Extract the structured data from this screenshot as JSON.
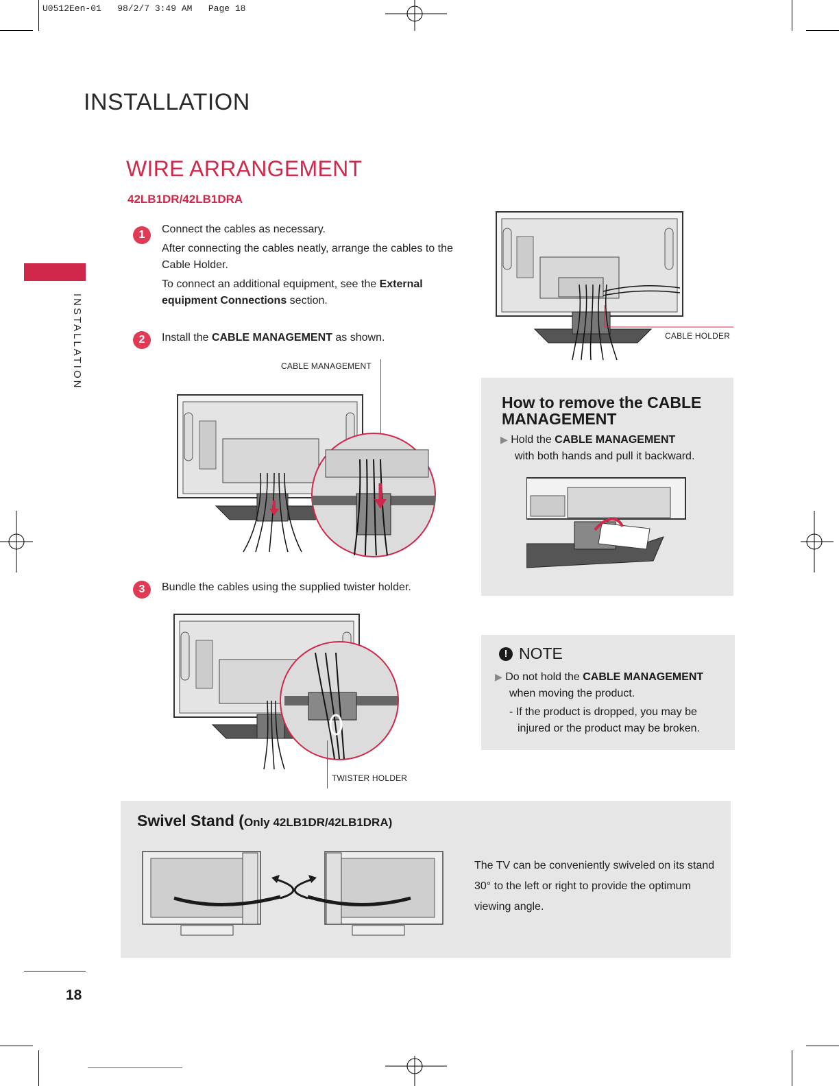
{
  "print_header": "U0512Een-01   98/2/7 3:49 AM   Page 18",
  "section_title": "INSTALLATION",
  "side_tab_label": "INSTALLATION",
  "heading": "WIRE ARRANGEMENT",
  "model": "42LB1DR/42LB1DRA",
  "steps": [
    {
      "number": "1",
      "lines": [
        "Connect the cables as necessary.",
        "After connecting the cables neatly, arrange the cables to the",
        "Cable Holder."
      ],
      "extra_pre": "To connect an additional equipment, see the ",
      "extra_bold": "External equipment Connections",
      "extra_post": " section."
    },
    {
      "number": "2",
      "pre": "Install the ",
      "bold": "CABLE MANAGEMENT",
      "post": " as shown."
    },
    {
      "number": "3",
      "text": "Bundle the cables using the supplied twister holder."
    }
  ],
  "labels": {
    "cable_holder": "CABLE HOLDER",
    "cable_management": "CABLE MANAGEMENT",
    "twister_holder": "TWISTER HOLDER"
  },
  "remove_box": {
    "title_line1": "How to remove the CABLE",
    "title_line2": "MANAGEMENT",
    "pre": "Hold the ",
    "bold": "CABLE MANAGEMENT",
    "line2": "with both hands and pull it backward."
  },
  "note_box": {
    "title": "NOTE",
    "pre": "Do not hold the ",
    "bold": "CABLE MANAGEMENT",
    "line2": "when moving the product.",
    "sub1": "- If the product is dropped, you may be",
    "sub2": "injured or the product may be broken."
  },
  "swivel": {
    "title": "Swivel Stand (",
    "title_small": "Only 42LB1DR/42LB1DRA)",
    "text_lines": [
      "The TV can be conveniently swiveled on its stand",
      "30° to the left or right to provide the optimum",
      "viewing angle."
    ]
  },
  "page_number": "18"
}
